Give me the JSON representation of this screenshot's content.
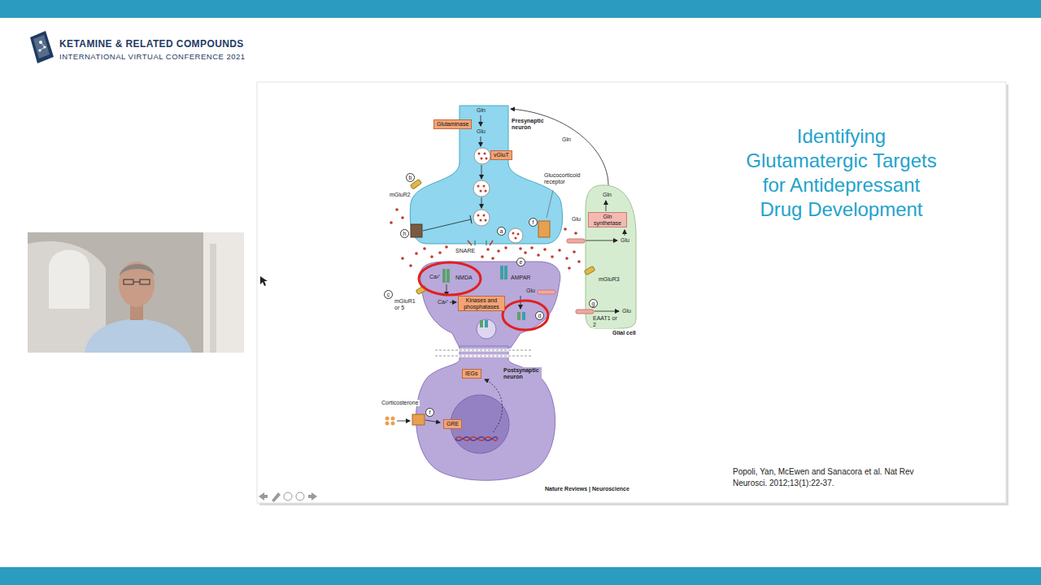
{
  "diagram": {
    "title": "Identifying Glutamatergic Targets for Antidepressant Drug Development",
    "caption": "Popoli, Yan, McEwen and Sanacora et al. Nat Rev Neurosci. 2012;13(1):22-37.",
    "nodes": [
      {
        "text": [
          "Glutaminase"
        ]
      },
      {
        "text": [
          "vGluT"
        ]
      },
      {
        "text": [
          "Gln synthetase"
        ]
      },
      {
        "text": [
          "Kinases and phosphatases"
        ]
      },
      {
        "text": [
          "IEGs"
        ]
      },
      {
        "text": [
          "GRE"
        ]
      }
    ],
    "labels": [
      "KETAMINE & RELATED COMPOUNDS",
      "INTERNATIONAL VIRTUAL CONFERENCE 2021",
      "Gln",
      "Glu",
      "Presynaptic neuron",
      "Glucocorticoid receptor",
      "b",
      "mGluR2",
      "Gln",
      "Gln",
      "Glu",
      "Glu",
      "a",
      "f",
      "h",
      "SNARE",
      "e",
      "Ca²⁺",
      "NMDA",
      "AMPAR",
      "mGluR3",
      "c",
      "mGluR1 or 5",
      "Glu",
      "Ca²⁺",
      "g",
      "Glu",
      "EAAT1 or 2",
      "Glial cell",
      "d",
      "Postsynaptic neuron",
      "Corticosterone",
      "f",
      "Nature Reviews | Neuroscience"
    ]
  }
}
